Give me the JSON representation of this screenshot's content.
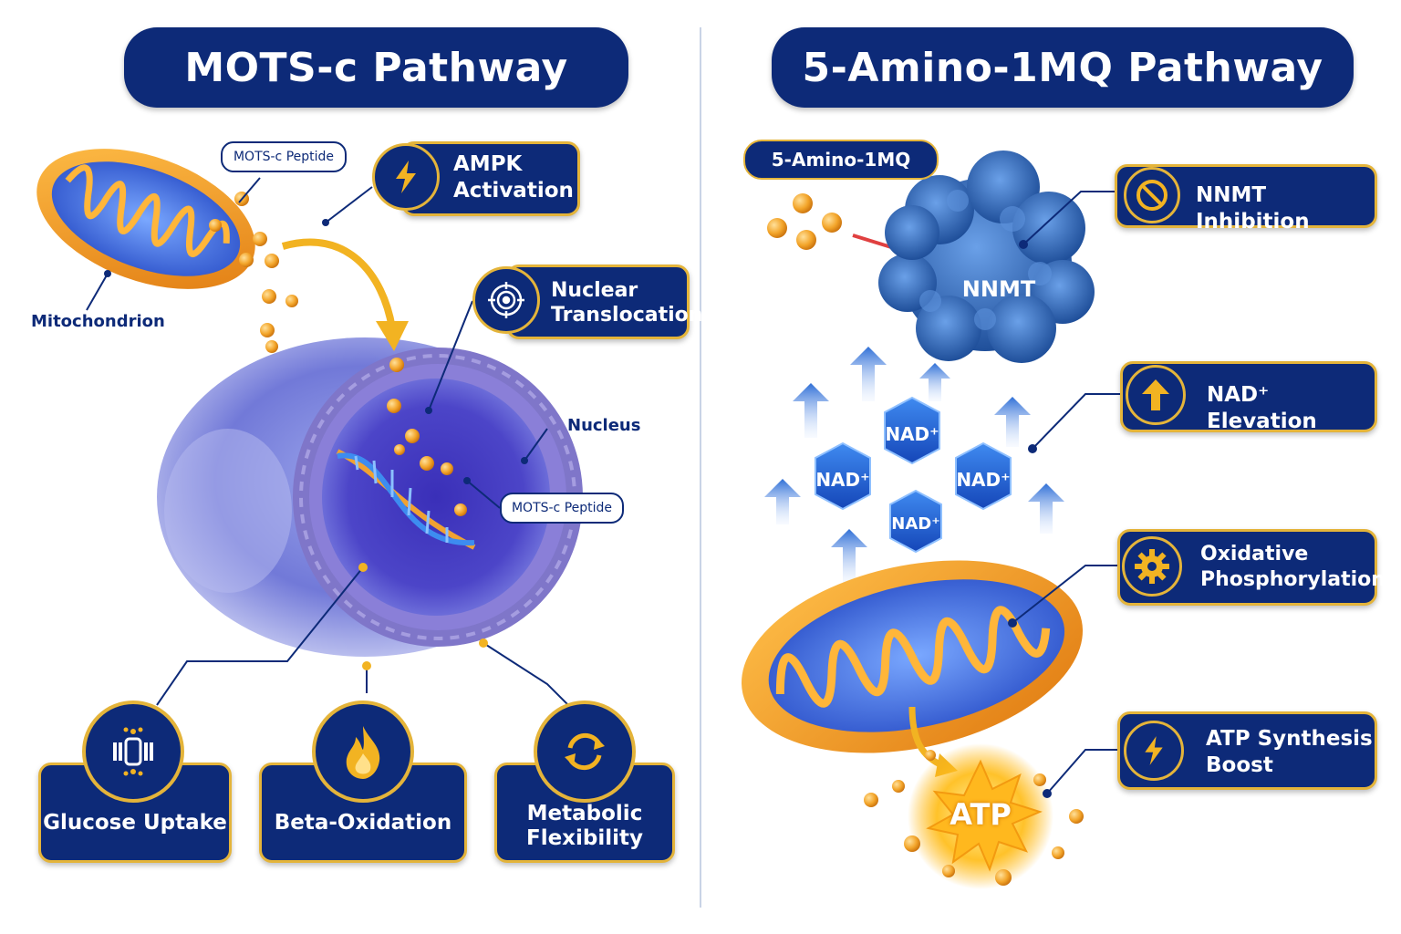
{
  "left": {
    "title": "MOTS-c Pathway",
    "mitochondrion_label": "Mitochondrion",
    "peptide_label_top": "MOTS-c Peptide",
    "peptide_label_inner": "MOTS-c Peptide",
    "nucleus_label": "Nucleus",
    "ampk": {
      "line1": "AMPK",
      "line2": "Activation",
      "icon": "lightning-icon"
    },
    "nuclear": {
      "line1": "Nuclear",
      "line2": "Translocation",
      "icon": "target-icon"
    },
    "outcomes": [
      {
        "label": "Glucose Uptake",
        "icon": "glucose-transporter-icon"
      },
      {
        "label": "Beta-Oxidation",
        "icon": "flame-icon"
      },
      {
        "line1": "Metabolic",
        "line2": "Flexibility",
        "icon": "cycle-arrows-icon"
      }
    ]
  },
  "right": {
    "title": "5-Amino-1MQ Pathway",
    "compound_label": "5-Amino-1MQ",
    "enzyme_label": "NNMT",
    "nad_label": "NAD⁺",
    "atp_label": "ATP",
    "cards": [
      {
        "line1": "NNMT Inhibition",
        "icon": "prohibited-icon"
      },
      {
        "line1": "NAD⁺ Elevation",
        "icon": "up-arrow-icon"
      },
      {
        "line1": "Oxidative",
        "line2": "Phosphorylation",
        "icon": "gear-icon"
      },
      {
        "line1": "ATP Synthesis",
        "line2": "Boost",
        "icon": "lightning-icon"
      }
    ]
  },
  "colors": {
    "navy": "#0d2a78",
    "gold": "#e4b43a",
    "orange": "#f19a1f",
    "blue": "#2f6fd6"
  }
}
